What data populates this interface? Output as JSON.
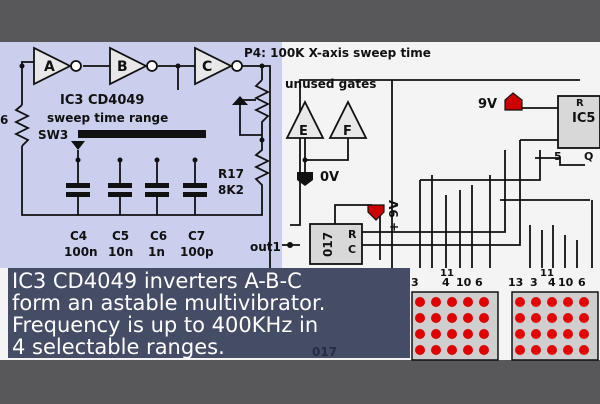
{
  "diagram": {
    "gates": [
      "A",
      "B",
      "C"
    ],
    "chip_label": "IC3  CD4049",
    "range_label": "sweep time range",
    "switch_label": "SW3",
    "pot_label": "P4: 100K X-axis sweep time",
    "unused_label": "unused gates",
    "unused_gates": [
      "E",
      "F"
    ],
    "ground_label": "0V",
    "supply_9v": "9V",
    "supply_plus9v": "+ 9V",
    "ic5_label": "IC5",
    "ic5_pin_r": "R",
    "ic5_pin_5": "5",
    "ic5_pin_q": "Q",
    "counter_label": "017",
    "counter_pin_r": "R",
    "counter_pin_c": "C",
    "out_label": "out1",
    "left_cut_label": "6",
    "resistor_label": [
      "R17",
      "8K2"
    ],
    "capacitors": [
      {
        "name": "C4",
        "value": "100n"
      },
      {
        "name": "C5",
        "value": "10n"
      },
      {
        "name": "C6",
        "value": "1n"
      },
      {
        "name": "C7",
        "value": "100p"
      }
    ],
    "pin_numbers_left": [
      "3",
      "11",
      "4",
      "10",
      "6"
    ],
    "pin_numbers_right": [
      "13",
      "3",
      "11",
      "4",
      "10",
      "6"
    ],
    "bottom_cut_label": "017"
  },
  "caption": {
    "lines": [
      "IC3 CD4049 inverters A-B-C",
      "form an astable multivibrator.",
      "Frequency is up to 400KHz in",
      "4 selectable ranges."
    ]
  },
  "colors": {
    "panel": "#c9cfec",
    "paper": "#f4f4f4",
    "led": "#e00000",
    "supply": "#cc0000",
    "caption_bg": "#28304e",
    "frame": "#58585a"
  }
}
